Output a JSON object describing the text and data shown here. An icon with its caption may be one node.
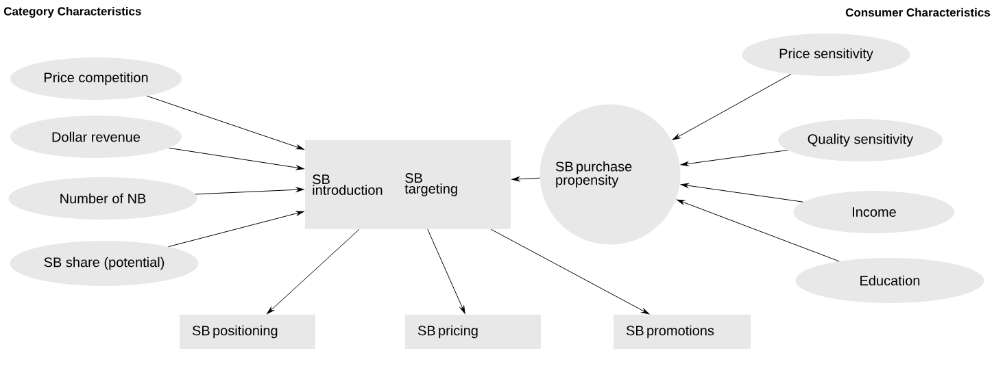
{
  "diagram": {
    "nodes": [
      {
        "text": [
          "Price competition"
        ]
      },
      {
        "text": [
          "Dollar revenue"
        ]
      },
      {
        "text": [
          "Number of NB"
        ]
      },
      {
        "text": [
          "SB share (potential)"
        ]
      },
      {
        "text": [
          "SB introduction",
          "SB targeting"
        ]
      },
      {
        "text": [
          "SB purchase propensity"
        ]
      },
      {
        "text": [
          "Price sensitivity"
        ]
      },
      {
        "text": [
          "Quality sensitivity"
        ]
      },
      {
        "text": [
          "Income"
        ]
      },
      {
        "text": [
          "Education"
        ]
      },
      {
        "text": [
          "SB positioning"
        ]
      },
      {
        "text": [
          "SB pricing"
        ]
      },
      {
        "text": [
          "SB promotions"
        ]
      }
    ],
    "edges": [
      {
        "from": 0,
        "to": 4,
        "arrow": "to"
      },
      {
        "from": 1,
        "to": 4,
        "arrow": "to"
      },
      {
        "from": 2,
        "to": 4,
        "arrow": "to"
      },
      {
        "from": 3,
        "to": 4,
        "arrow": "to"
      },
      {
        "from": 5,
        "to": 4,
        "arrow": "to"
      },
      {
        "from": 6,
        "to": 5,
        "arrow": "to"
      },
      {
        "from": 7,
        "to": 5,
        "arrow": "to"
      },
      {
        "from": 8,
        "to": 5,
        "arrow": "to"
      },
      {
        "from": 9,
        "to": 5,
        "arrow": "to"
      },
      {
        "from": 4,
        "to": 10,
        "arrow": "to"
      },
      {
        "from": 4,
        "to": 11,
        "arrow": "to"
      },
      {
        "from": 4,
        "to": 12,
        "arrow": "to"
      }
    ],
    "labels": [
      "Category Characteristics",
      "Consumer Characteristics"
    ]
  }
}
